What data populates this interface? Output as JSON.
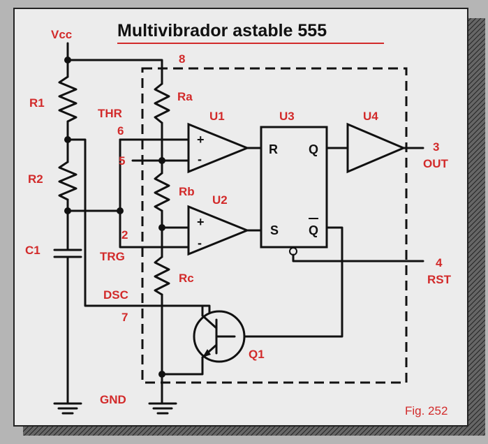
{
  "title": "Multivibrador astable 555",
  "figure_label": "Fig. 252",
  "components": {
    "resistors": [
      "R1",
      "R2",
      "Ra",
      "Rb",
      "Rc"
    ],
    "capacitor": "C1",
    "transistor": "Q1",
    "units": [
      "U1",
      "U2",
      "U3",
      "U4"
    ]
  },
  "pins": {
    "vcc": "Vcc",
    "pin8": "8",
    "thr": "THR",
    "pin6": "6",
    "pin5": "5",
    "pin2": "2",
    "trg": "TRG",
    "dsc": "DSC",
    "pin7": "7",
    "gnd": "GND",
    "pin3": "3",
    "out": "OUT",
    "pin4": "4",
    "rst": "RST"
  },
  "comparator_inputs": {
    "plus": "+",
    "minus": "-"
  },
  "flipflop": {
    "r": "R",
    "s": "S",
    "q": "Q",
    "qbar": "Q"
  },
  "colors": {
    "labels": "#d22a2a",
    "panel": "#ebebeb",
    "shadow": "#555555",
    "underline": "#d22a2a"
  }
}
